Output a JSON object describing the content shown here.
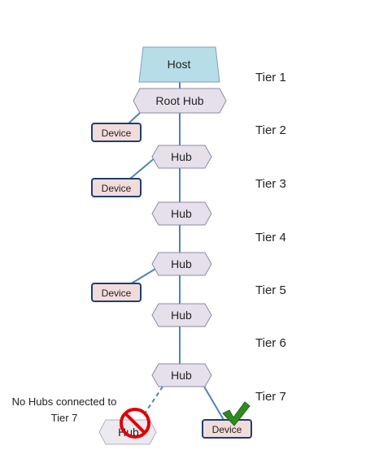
{
  "diagram": {
    "host_label": "Host",
    "root_hub_label": "Root Hub",
    "hub_label": "Hub",
    "device_label": "Device",
    "tiers": [
      "Tier 1",
      "Tier 2",
      "Tier 3",
      "Tier 4",
      "Tier 5",
      "Tier 6",
      "Tier 7"
    ],
    "note_line1": "No Hubs connected to",
    "note_line2": "Tier 7",
    "colors": {
      "host_fill": "#b7dde8",
      "hub_fill": "#e5e0ec",
      "device_fill": "#f2dcdb",
      "device_border": "#1f3e70",
      "line": "#4f81bd",
      "prohibit": "#e00000",
      "check": "#2e8b1e"
    },
    "icons": [
      "prohibited-icon",
      "checkmark-icon"
    ]
  }
}
